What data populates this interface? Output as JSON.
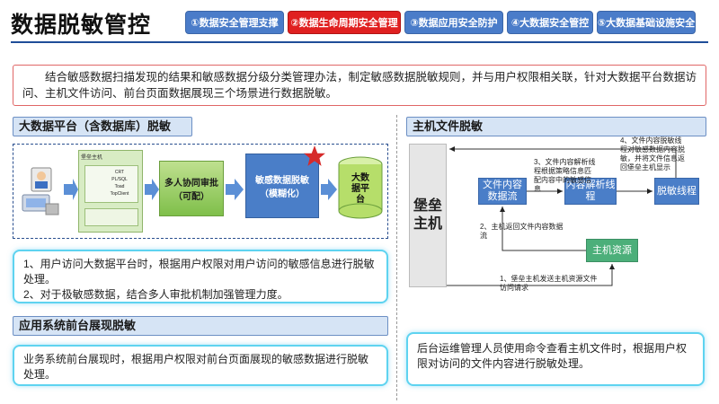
{
  "title": "数据脱敏管控",
  "tabs": [
    {
      "label": "①数据安全管理支撑",
      "active": false
    },
    {
      "label": "②数据生命周期安全管理",
      "active": true
    },
    {
      "label": "③数据应用安全防护",
      "active": false
    },
    {
      "label": "④大数据安全管控",
      "active": false
    },
    {
      "label": "⑤大数据基础设施安全",
      "active": false
    }
  ],
  "intro": "结合敏感数据扫描发现的结果和敏感数据分级分类管理办法，制定敏感数据脱敏规则，并与用户权限相关联，针对大数据平台数据访问、主机文件访问、前台页面数据展现三个场景进行数据脱敏。",
  "left": {
    "section1_title": "大数据平台（含数据库）脱敏",
    "diagram": {
      "bastion_label": "堡垒主机",
      "tool_labels": [
        "CRT",
        "PL/SQL",
        "Toad",
        "TopClient"
      ],
      "approval": "多人协同审批（可配）",
      "desensitize": "敏感数据脱敏（模糊化）",
      "platform": "大数据平台"
    },
    "section1_points": [
      "1、用户访问大数据平台时，根据用户权限对用户访问的敏感信息进行脱敏处理。",
      "2、对于极敏感数据，结合多人审批机制加强管理力度。"
    ],
    "section2_title": "应用系统前台展现脱敏",
    "section2_text": "业务系统前台展现时，根据用户权限对前台页面展现的敏感数据进行脱敏处理。"
  },
  "right": {
    "section_title": "主机文件脱敏",
    "bastion": "堡垒主机",
    "nodes": {
      "file_stream": "文件内容数据流",
      "parse_thread": "内容解析线程",
      "desensitize_thread": "脱敏线程",
      "host_resource": "主机资源"
    },
    "annotations": {
      "step1": "1、堡垒主机发送主机资源文件访问请求",
      "step2": "2、主机返回文件内容数据流",
      "step3": "3、文件内容解析线程根据策略信息匹配内容中的敏感信息",
      "step4": "4、文件内容脱敏线程对敏感数据内容脱敏，并将文件信息返回堡垒主机显示"
    },
    "summary": "后台运维管理人员使用命令查看主机文件时，根据用户权限对访问的文件内容进行脱敏处理。"
  },
  "colors": {
    "tab": "#4a7cc9",
    "tab_active": "#e02020",
    "node_blue": "#4a7ec8",
    "node_green": "#4caf7a",
    "intro_border": "#e06666"
  }
}
